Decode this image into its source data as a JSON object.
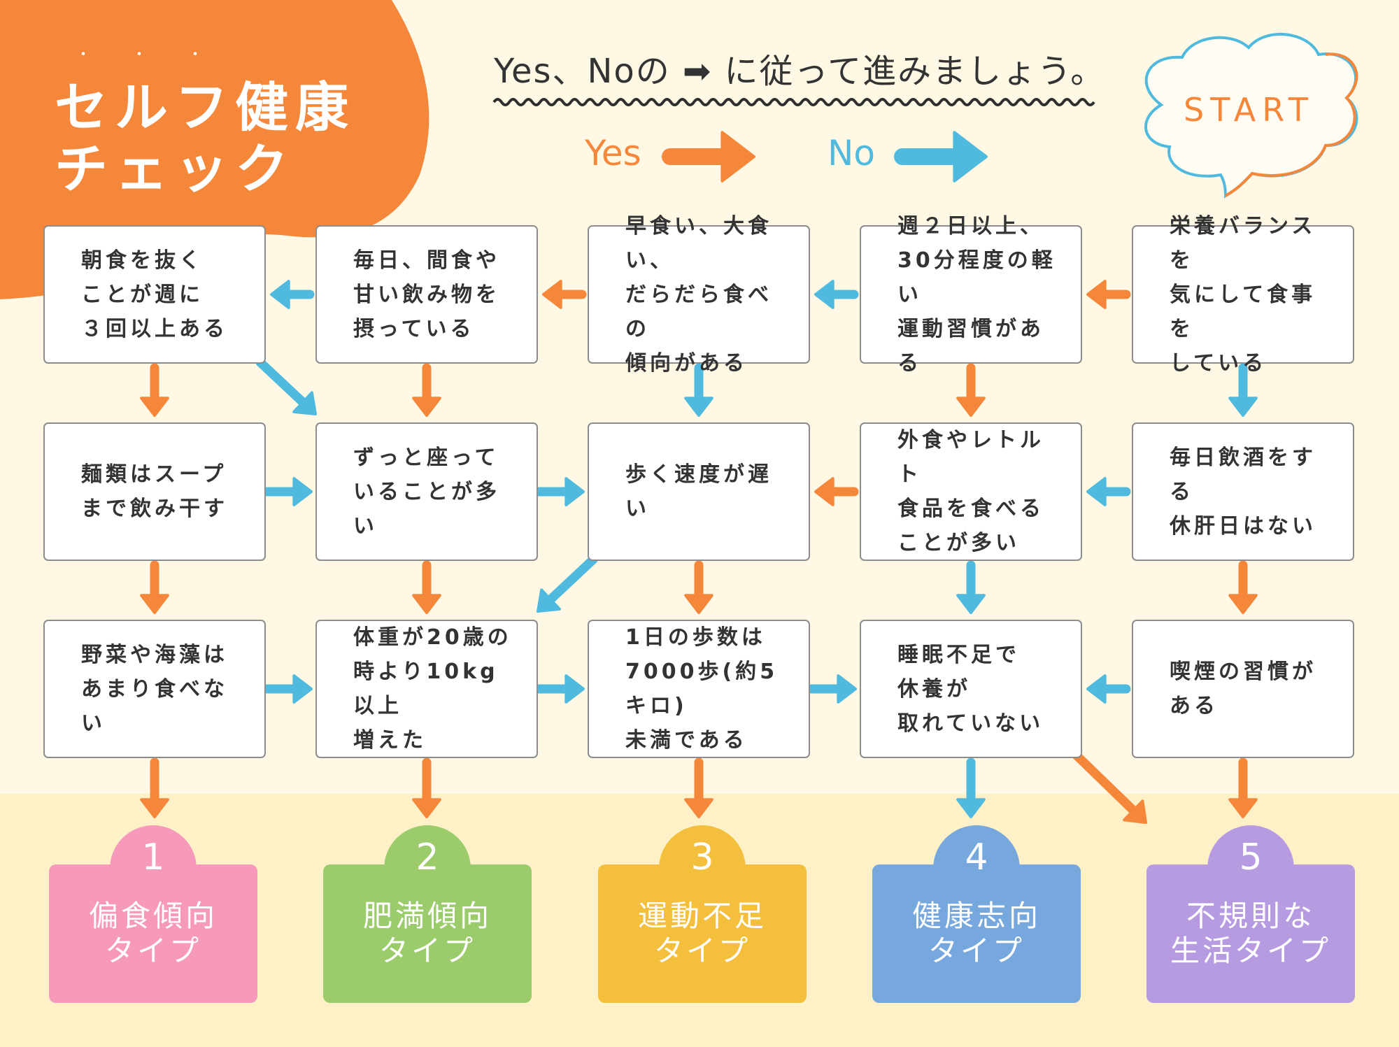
{
  "title": {
    "line1": "セルフ健康",
    "line2": "チェック",
    "dots": "・・・"
  },
  "instruction": "Yes、Noの ➡ に従って進みましょう。",
  "legend": {
    "yes_label": "Yes",
    "no_label": "No",
    "yes_color": "#f5873a",
    "no_color": "#4fbadd"
  },
  "start_label": "START",
  "questions": [
    {
      "id": "q1",
      "text": "栄養バランスを\n気にして食事を\nしている"
    },
    {
      "id": "q2",
      "text": "週２日以上、\n30分程度の軽い\n運動習慣がある"
    },
    {
      "id": "q3",
      "text": "早食い、大食い、\nだらだら食べの\n傾向がある"
    },
    {
      "id": "q4",
      "text": "毎日、間食や\n甘い飲み物を\n摂っている"
    },
    {
      "id": "q5",
      "text": "朝食を抜く\nことが週に\n３回以上ある"
    },
    {
      "id": "q6",
      "text": "麺類はスープ\nまで飲み干す"
    },
    {
      "id": "q7",
      "text": "ずっと座って\nいることが多い"
    },
    {
      "id": "q8",
      "text": "歩く速度が遅い"
    },
    {
      "id": "q9",
      "text": "外食やレトルト\n食品を食べる\nことが多い"
    },
    {
      "id": "q10",
      "text": "毎日飲酒をする\n休肝日はない"
    },
    {
      "id": "q11",
      "text": "野菜や海藻は\nあまり食べない"
    },
    {
      "id": "q12",
      "text": "体重が20歳の\n時より10kg以上\n増えた"
    },
    {
      "id": "q13",
      "text": "1日の歩数は\n7000歩(約5キロ)\n未満である"
    },
    {
      "id": "q14",
      "text": "睡眠不足で\n休養が\n取れていない"
    },
    {
      "id": "q15",
      "text": "喫煙の習慣が\nある"
    }
  ],
  "types": [
    {
      "number": "1",
      "label": "偏食傾向\nタイプ",
      "color": "#f699bb"
    },
    {
      "number": "2",
      "label": "肥満傾向\nタイプ",
      "color": "#9bcb6b"
    },
    {
      "number": "3",
      "label": "運動不足\nタイプ",
      "color": "#f3bf3c"
    },
    {
      "number": "4",
      "label": "健康志向\nタイプ",
      "color": "#76a7dd"
    },
    {
      "number": "5",
      "label": "不規則な\n生活タイプ",
      "color": "#b79be1"
    }
  ],
  "colors": {
    "background": "#fef8e4",
    "band": "#fef1c8",
    "accent": "#f5873a",
    "no": "#4fbadd"
  }
}
